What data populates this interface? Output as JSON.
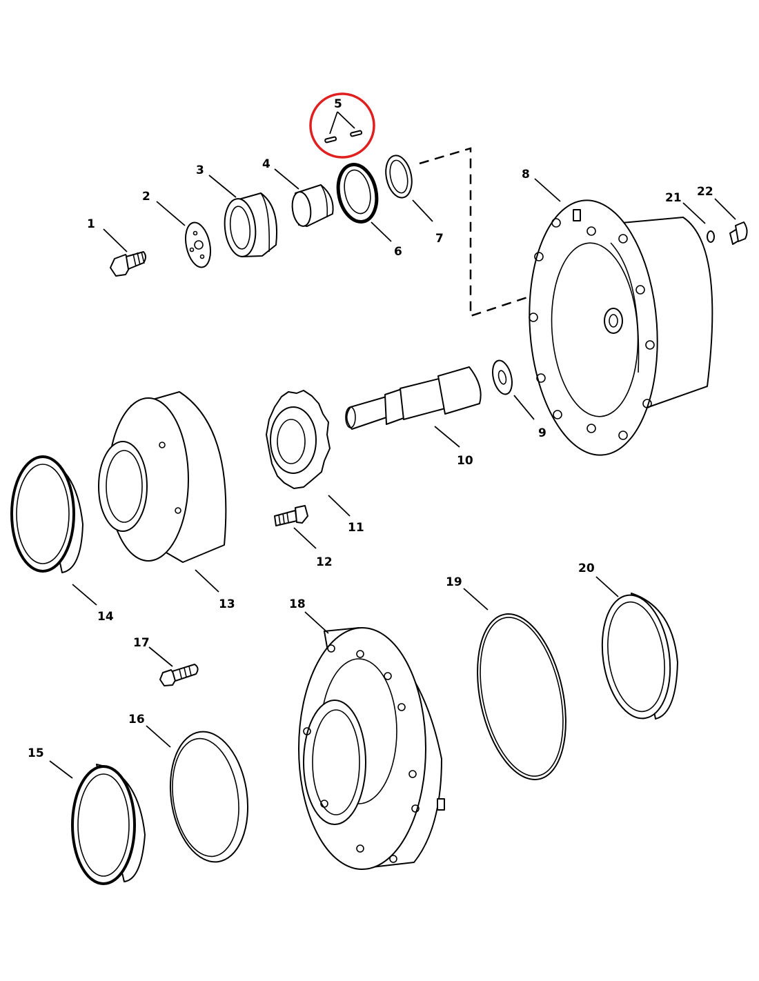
{
  "diagram": {
    "highlight_color": "#e01f1f",
    "highlighted_callout": "5",
    "callouts": {
      "c1": "1",
      "c2": "2",
      "c3": "3",
      "c4": "4",
      "c5": "5",
      "c6": "6",
      "c7": "7",
      "c8": "8",
      "c9": "9",
      "c10": "10",
      "c11": "11",
      "c12": "12",
      "c13": "13",
      "c14": "14",
      "c15": "15",
      "c16": "16",
      "c17": "17",
      "c18": "18",
      "c19": "19",
      "c20": "20",
      "c21": "21",
      "c22": "22"
    }
  }
}
